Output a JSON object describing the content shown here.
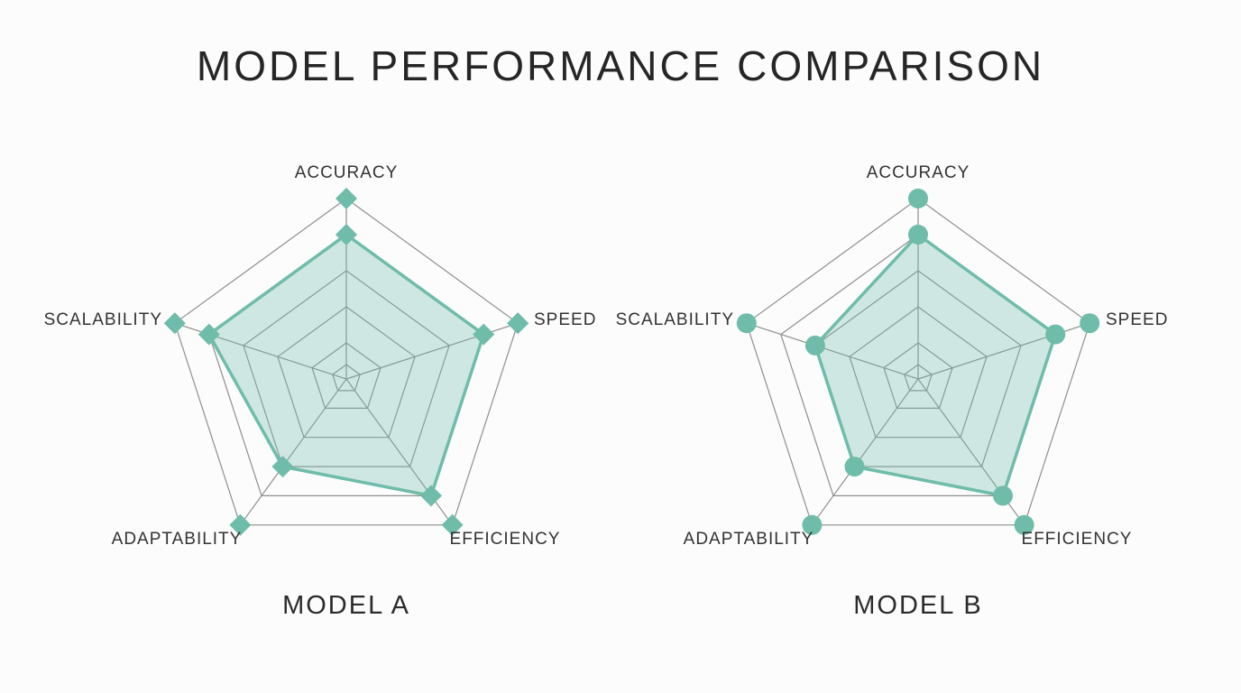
{
  "title": "MODEL PERFORMANCE COMPARISON",
  "colors": {
    "accent": "#6fbcab",
    "series_fill": "rgba(111,188,171,0.32)",
    "grid": "#8f8f8f",
    "title_text": "#262626",
    "label_text": "#333333",
    "background": "#fcfcfc"
  },
  "chart_data": [
    {
      "type": "radar",
      "title": "MODEL A",
      "marker": "diamond",
      "categories": [
        "ACCURACY",
        "SPEED",
        "EFFICIENCY",
        "ADAPTABILITY",
        "SCALABILITY"
      ],
      "values": [
        4,
        4,
        4,
        3,
        4
      ],
      "max": 5,
      "ring_fractions": [
        0.08,
        0.2,
        0.4,
        0.6,
        0.8,
        1
      ],
      "grid": true,
      "legend": "none"
    },
    {
      "type": "radar",
      "title": "MODEL B",
      "marker": "circle",
      "categories": [
        "ACCURACY",
        "SPEED",
        "EFFICIENCY",
        "ADAPTABILITY",
        "SCALABILITY"
      ],
      "values": [
        4,
        4,
        4,
        3,
        3
      ],
      "max": 5,
      "ring_fractions": [
        0.08,
        0.2,
        0.4,
        0.6,
        0.8,
        1
      ],
      "grid": true,
      "legend": "none"
    }
  ]
}
